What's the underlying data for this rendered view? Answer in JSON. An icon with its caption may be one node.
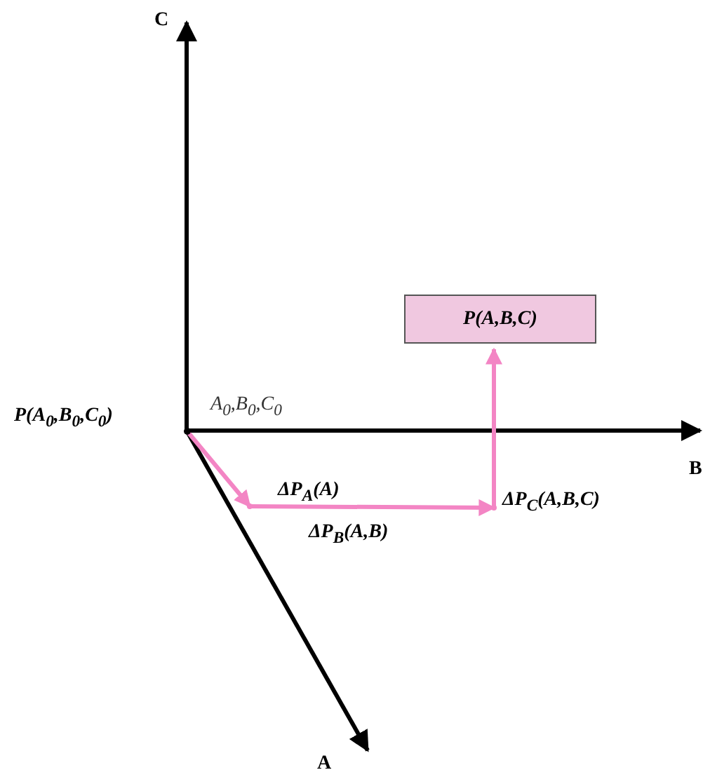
{
  "diagram": {
    "nodes": [
      {
        "text": [
          "P(A$_{0}$,B$_{0}$,C$_{0}$)"
        ]
      },
      {
        "text": [
          "P(A,B,C)"
        ]
      },
      {
        "text": [],
        "shape": "point"
      },
      {
        "text": [],
        "shape": "point"
      }
    ],
    "edges": [
      {
        "from": 0,
        "to": 2,
        "arrow": "to",
        "label": "ΔP$_{A}$(A)"
      },
      {
        "from": 2,
        "to": 3,
        "arrow": "to",
        "label": "ΔP$_{B}$(A,B)"
      },
      {
        "from": 3,
        "to": 1,
        "arrow": "to",
        "label": "ΔP$_{C}$(A,B,C)"
      }
    ],
    "labels": [
      "C",
      "A$_{0}$,B$_{0}$,C$_{0}$",
      "B",
      "A"
    ]
  }
}
